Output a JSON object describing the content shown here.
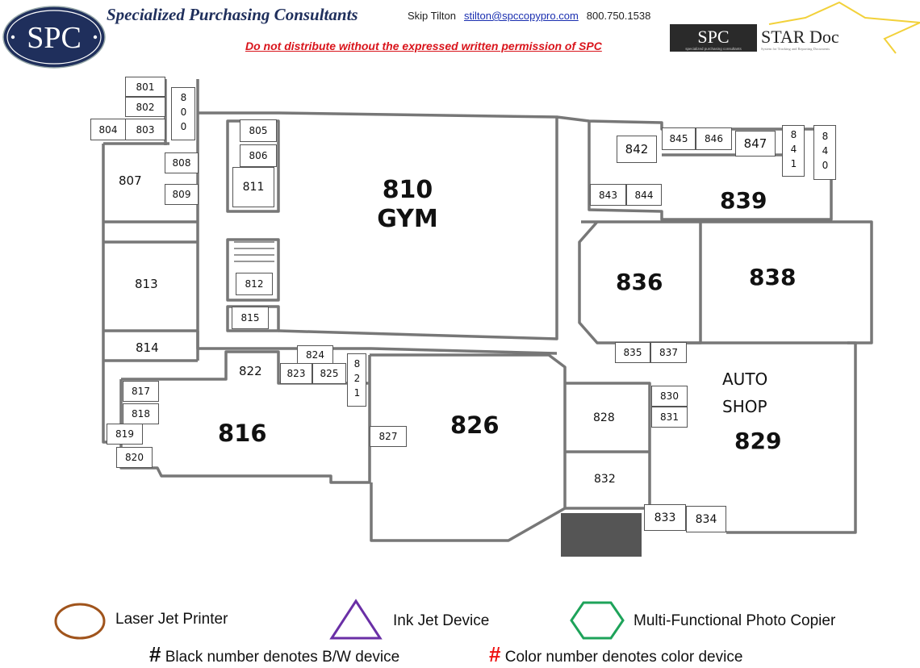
{
  "header": {
    "logo_text": "SPC",
    "company_name": "Specialized Purchasing Consultants",
    "contact_name": "Skip Tilton",
    "contact_email": "stilton@spccopypro.com",
    "contact_phone": "800.750.1538",
    "warning": "Do not distribute without the expressed written permission of SPC",
    "star_logo": {
      "left_text": "SPC",
      "left_sub": "specialized purchasing consultants",
      "right_text": "STAR Doc",
      "right_sub": "System for Tracking and Reporting Documents"
    },
    "colors": {
      "navy": "#1f2f5c",
      "warning_red": "#d9141b",
      "star_gold": "#f2d13a"
    }
  },
  "rooms": {
    "r800": "800",
    "r801": "801",
    "r802": "802",
    "r803": "803",
    "r804": "804",
    "r805": "805",
    "r806": "806",
    "r807": "807",
    "r808": "808",
    "r809": "809",
    "r810": "810",
    "gym": "GYM",
    "r811": "811",
    "r812": "812",
    "r813": "813",
    "r814": "814",
    "r815": "815",
    "r816": "816",
    "r817": "817",
    "r818": "818",
    "r819": "819",
    "r820": "820",
    "r821": "821",
    "r822": "822",
    "r823": "823",
    "r824": "824",
    "r825": "825",
    "r826": "826",
    "r827": "827",
    "r828": "828",
    "r829": "829",
    "auto": "AUTO",
    "shop": "SHOP",
    "r830": "830",
    "r831": "831",
    "r832": "832",
    "r833": "833",
    "r834": "834",
    "r835": "835",
    "r836": "836",
    "r837": "837",
    "r838": "838",
    "r839": "839",
    "r840": "840",
    "r841": "841",
    "r842": "842",
    "r843": "843",
    "r844": "844",
    "r845": "845",
    "r846": "846",
    "r847": "847"
  },
  "legend": {
    "items": [
      {
        "shape": "circle",
        "label": "Laser Jet Printer",
        "color": "#a0541c"
      },
      {
        "shape": "triangle",
        "label": "Ink Jet Device",
        "color": "#6a2fa6"
      },
      {
        "shape": "hexagon",
        "label": "Multi-Functional Photo Copier",
        "color": "#1ea35a"
      }
    ],
    "notes": [
      {
        "symbol": "#",
        "label": "Black number denotes B/W device",
        "color": "#111111"
      },
      {
        "symbol": "#",
        "label": "Color number denotes color device",
        "color": "#ee1111"
      }
    ]
  }
}
